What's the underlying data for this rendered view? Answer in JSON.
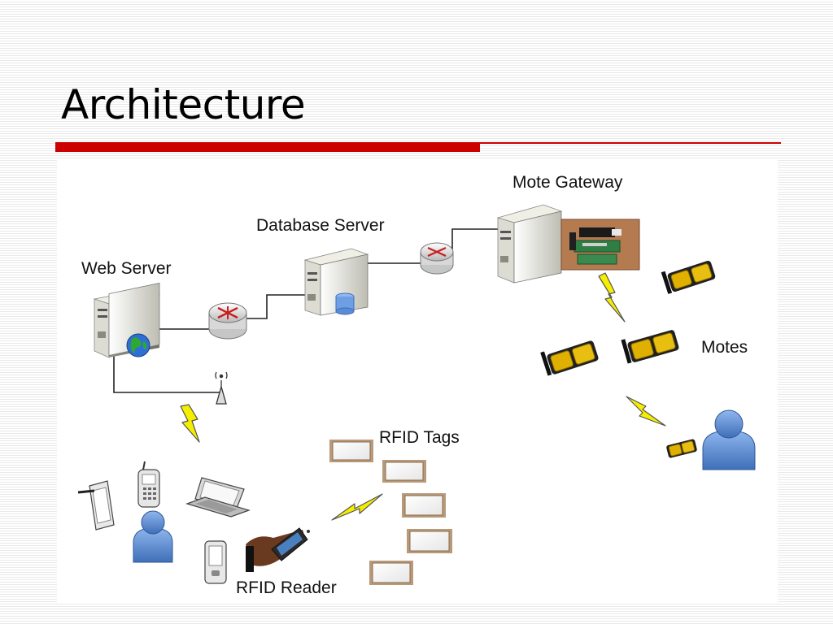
{
  "title": "Architecture",
  "labels": {
    "mote_gateway": "Mote Gateway",
    "database_server": "Database Server",
    "web_server": "Web Server",
    "motes": "Motes",
    "rfid_tags": "RFID Tags",
    "rfid_reader": "RFID Reader"
  },
  "colors": {
    "accent_red": "#cc0000",
    "lightning": "#f2ea00",
    "user_blue": "#5b8fd6",
    "mote_yellow": "#e0b000"
  }
}
